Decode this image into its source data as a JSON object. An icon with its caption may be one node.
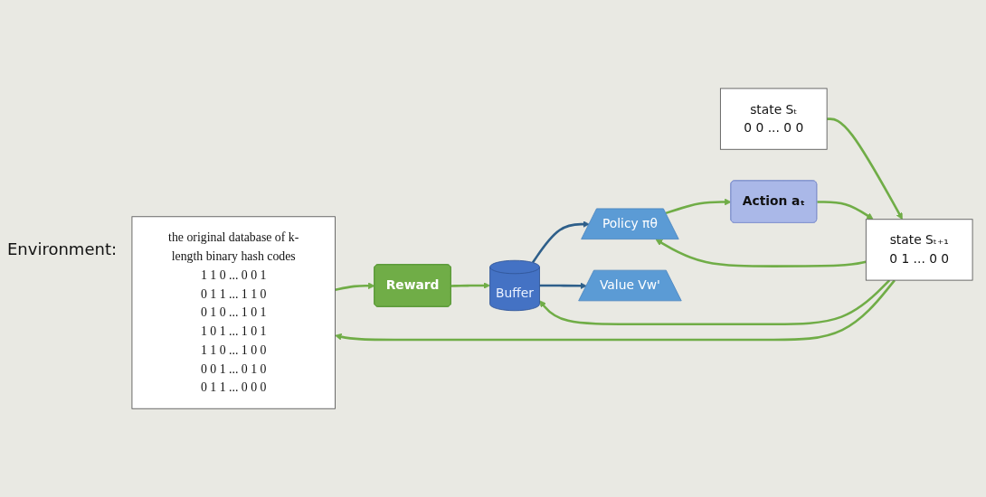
{
  "diagram": {
    "nodes": [
      {
        "text": [
          "the original database of k-length binary hash codes",
          "1 1 0 ... 0 0 1",
          "0 1 1 ... 1 1 0",
          "0 1 0 ... 1 0 1",
          "1 0 1 ... 1 0 1",
          "1 1 0 ... 1 0 0",
          "0 0 1 ... 0 1 0",
          "0 1 1 ... 0 0 0"
        ]
      },
      {
        "text": [
          "state Sₜ₊₁",
          "0 1 ... 0 0"
        ]
      },
      {
        "text": [
          "state Sₜ",
          "0 0 ... 0 0"
        ]
      },
      {
        "text": [
          "Reward"
        ]
      },
      {
        "text": [
          "Buffer"
        ]
      },
      {
        "text": [
          "Policy πθ"
        ]
      },
      {
        "text": [
          "Action aₜ"
        ]
      },
      {
        "text": [
          "Value Vw'"
        ]
      }
    ],
    "edges": [
      {
        "from": 2,
        "to": 1,
        "arrow": "to"
      },
      {
        "from": 6,
        "to": 1,
        "arrow": "to"
      },
      {
        "from": 1,
        "to": 0,
        "arrow": "to"
      },
      {
        "from": 1,
        "to": 5,
        "arrow": "to"
      },
      {
        "from": 1,
        "to": 4,
        "arrow": "to"
      },
      {
        "from": 0,
        "to": 3,
        "arrow": "to"
      },
      {
        "from": 3,
        "to": 4,
        "arrow": "to"
      },
      {
        "from": 4,
        "to": 5,
        "arrow": "to",
        "color": "#2e5f8a"
      },
      {
        "from": 4,
        "to": 7,
        "arrow": "to",
        "color": "#2e5f8a"
      },
      {
        "from": 5,
        "to": 6,
        "arrow": "to"
      }
    ],
    "labels": [
      "Environment:"
    ]
  }
}
